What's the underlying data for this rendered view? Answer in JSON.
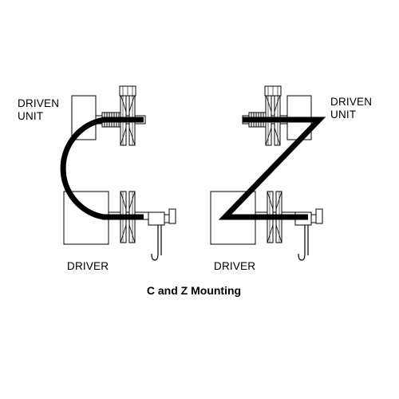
{
  "left": {
    "driven_label_line1": "DRIVEN",
    "driven_label_line2": "UNIT",
    "driver_label": "DRIVER"
  },
  "right": {
    "driven_label_line1": "DRIVEN",
    "driven_label_line2": "UNIT",
    "driver_label": "DRIVER"
  },
  "caption": "C and Z Mounting",
  "colors": {
    "line": "#000000",
    "background": "#ffffff"
  }
}
